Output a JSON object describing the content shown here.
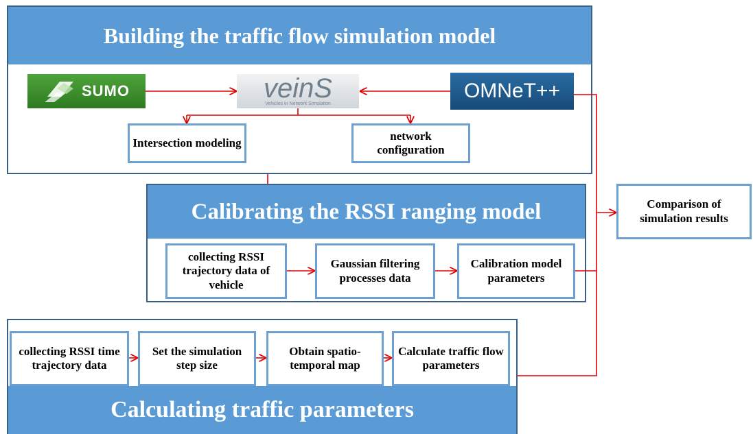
{
  "sections": {
    "build": {
      "title": "Building the traffic flow simulation model"
    },
    "calibrate": {
      "title": "Calibrating the RSSI ranging model"
    },
    "calculate": {
      "title": "Calculating traffic parameters"
    }
  },
  "logos": {
    "sumo": "SUMO",
    "veins": "veinS",
    "veins_sub": "Vehicles in Network Simulation",
    "omnet": "OMNeT++"
  },
  "boxes": {
    "intersection": "Intersection modeling",
    "network": "network configuration",
    "collect_rssi_vehicle": "collecting RSSI trajectory data of vehicle",
    "gaussian": "Gaussian filtering processes data",
    "calibration_params": "Calibration model parameters",
    "collect_rssi_time": "collecting RSSI time trajectory data",
    "step_size": "Set the simulation step size",
    "spatio": "Obtain spatio-temporal map",
    "traffic_flow": "Calculate traffic flow parameters",
    "comparison": "Comparison of simulation results"
  },
  "colors": {
    "banner": "#5b9bd5",
    "border": "#3e5f85",
    "box_border": "#6d9fd0",
    "arrow": "#e00000",
    "sumo_green": "#3c8c2c",
    "omnet_blue": "#1f5a8a"
  }
}
